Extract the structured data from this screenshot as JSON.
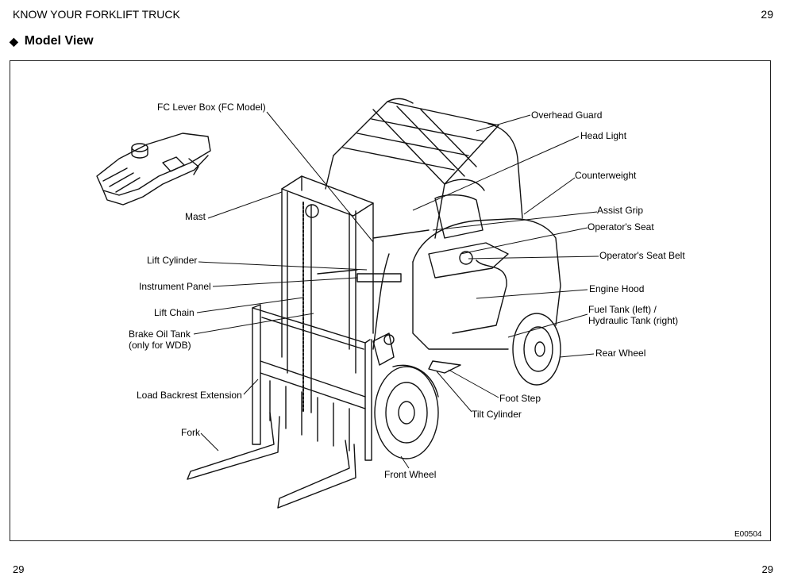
{
  "header": {
    "title": "KNOW YOUR FORKLIFT TRUCK",
    "page_number": "29"
  },
  "section": {
    "icon": "diamond-bullet-icon",
    "title": "Model View"
  },
  "figure": {
    "code": "E00504",
    "labels": {
      "fc_lever_box": "FC Lever Box (FC Model)",
      "overhead_guard": "Overhead Guard",
      "head_light": "Head Light",
      "counterweight": "Counterweight",
      "mast": "Mast",
      "assist_grip": "Assist Grip",
      "operators_seat": "Operator's Seat",
      "operators_seat_belt": "Operator's Seat Belt",
      "lift_cylinder": "Lift Cylinder",
      "instrument_panel": "Instrument Panel",
      "engine_hood": "Engine Hood",
      "lift_chain": "Lift Chain",
      "fuel_tank": "Fuel Tank (left) /",
      "hydraulic_tank": "Hydraulic Tank (right)",
      "brake_oil_tank": "Brake Oil Tank",
      "brake_oil_tank_note": "(only for WDB)",
      "rear_wheel": "Rear Wheel",
      "load_backrest": "Load Backrest Extension",
      "foot_step": "Foot Step",
      "tilt_cylinder": "Tilt Cylinder",
      "fork": "Fork",
      "front_wheel": "Front Wheel"
    }
  },
  "footer": {
    "left_page": "29",
    "right_page": "29"
  }
}
